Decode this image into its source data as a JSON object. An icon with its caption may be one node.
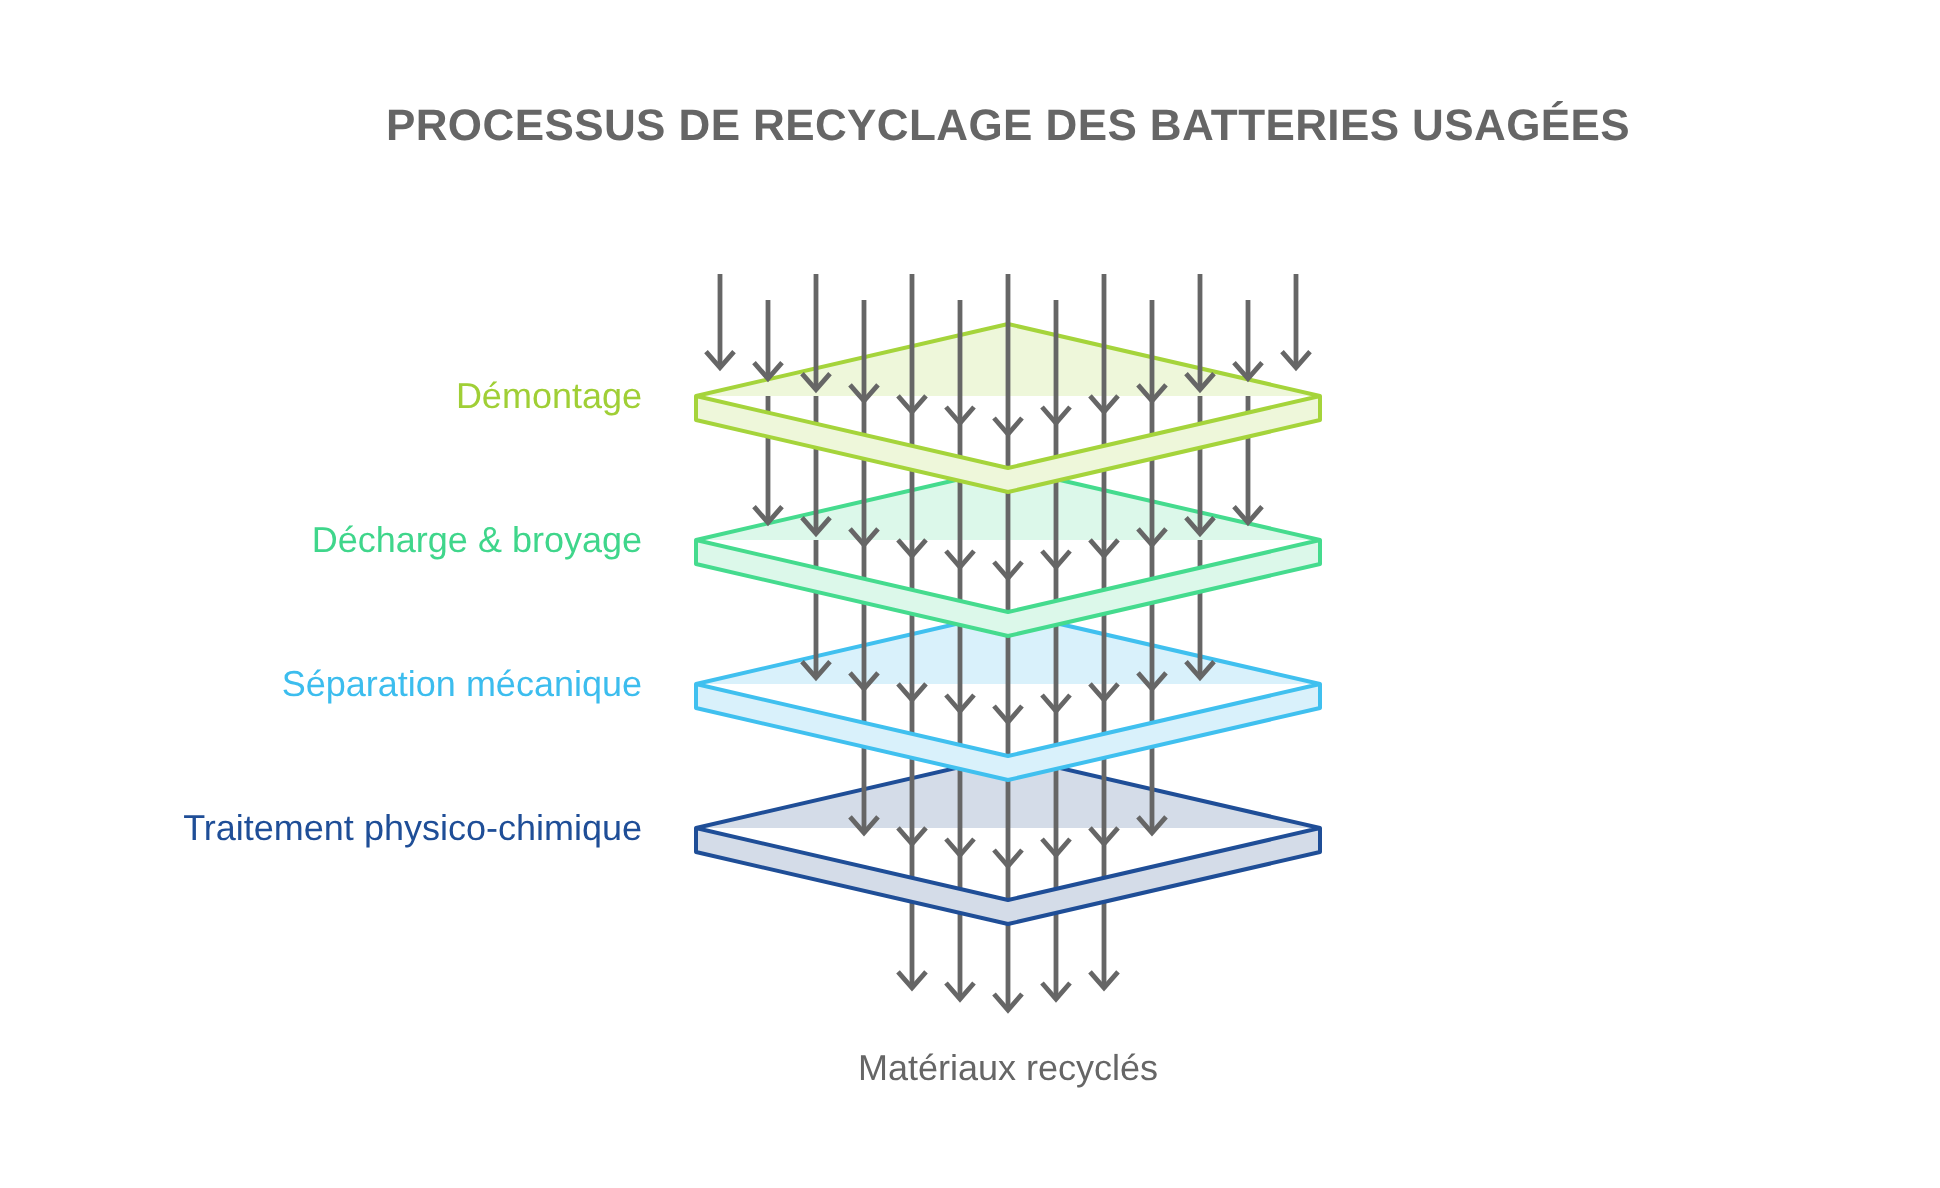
{
  "diagram": {
    "title": "PROCESSUS DE RECYCLAGE DES BATTERIES USAGÉES",
    "nodes": [
      {
        "text": [
          "Démontage"
        ]
      },
      {
        "text": [
          "Décharge & broyage"
        ]
      },
      {
        "text": [
          "Séparation mécanique"
        ]
      },
      {
        "text": [
          "Traitement physico-chimique"
        ]
      },
      {
        "text": [
          "Matériaux recyclés"
        ]
      }
    ],
    "edges": [
      {
        "from": null,
        "to": 0,
        "arrow": "to"
      },
      {
        "from": null,
        "to": 0,
        "arrow": "to"
      },
      {
        "from": null,
        "to": 0,
        "arrow": "to"
      },
      {
        "from": null,
        "to": 0,
        "arrow": "to"
      },
      {
        "from": null,
        "to": 0,
        "arrow": "to"
      },
      {
        "from": null,
        "to": 0,
        "arrow": "to"
      },
      {
        "from": null,
        "to": 0,
        "arrow": "to"
      },
      {
        "from": null,
        "to": 0,
        "arrow": "to"
      },
      {
        "from": null,
        "to": 0,
        "arrow": "to"
      },
      {
        "from": null,
        "to": 0,
        "arrow": "to"
      },
      {
        "from": null,
        "to": 0,
        "arrow": "to"
      },
      {
        "from": null,
        "to": 0,
        "arrow": "to"
      },
      {
        "from": null,
        "to": 0,
        "arrow": "to"
      },
      {
        "from": 0,
        "to": 1,
        "arrow": "to"
      },
      {
        "from": 0,
        "to": 1,
        "arrow": "to"
      },
      {
        "from": 0,
        "to": 1,
        "arrow": "to"
      },
      {
        "from": 0,
        "to": 1,
        "arrow": "to"
      },
      {
        "from": 0,
        "to": 1,
        "arrow": "to"
      },
      {
        "from": 0,
        "to": 1,
        "arrow": "to"
      },
      {
        "from": 0,
        "to": 1,
        "arrow": "to"
      },
      {
        "from": 0,
        "to": 1,
        "arrow": "to"
      },
      {
        "from": 0,
        "to": 1,
        "arrow": "to"
      },
      {
        "from": 0,
        "to": 1,
        "arrow": "to"
      },
      {
        "from": 0,
        "to": 1,
        "arrow": "to"
      },
      {
        "from": 1,
        "to": 2,
        "arrow": "to"
      },
      {
        "from": 1,
        "to": 2,
        "arrow": "to"
      },
      {
        "from": 1,
        "to": 2,
        "arrow": "to"
      },
      {
        "from": 1,
        "to": 2,
        "arrow": "to"
      },
      {
        "from": 1,
        "to": 2,
        "arrow": "to"
      },
      {
        "from": 1,
        "to": 2,
        "arrow": "to"
      },
      {
        "from": 1,
        "to": 2,
        "arrow": "to"
      },
      {
        "from": 1,
        "to": 2,
        "arrow": "to"
      },
      {
        "from": 1,
        "to": 2,
        "arrow": "to"
      },
      {
        "from": 2,
        "to": 3,
        "arrow": "to"
      },
      {
        "from": 2,
        "to": 3,
        "arrow": "to"
      },
      {
        "from": 2,
        "to": 3,
        "arrow": "to"
      },
      {
        "from": 2,
        "to": 3,
        "arrow": "to"
      },
      {
        "from": 2,
        "to": 3,
        "arrow": "to"
      },
      {
        "from": 2,
        "to": 3,
        "arrow": "to"
      },
      {
        "from": 2,
        "to": 3,
        "arrow": "to"
      },
      {
        "from": 3,
        "to": 4,
        "arrow": "to"
      },
      {
        "from": 3,
        "to": 4,
        "arrow": "to"
      },
      {
        "from": 3,
        "to": 4,
        "arrow": "to"
      },
      {
        "from": 3,
        "to": 4,
        "arrow": "to"
      },
      {
        "from": 3,
        "to": 4,
        "arrow": "to"
      }
    ]
  }
}
